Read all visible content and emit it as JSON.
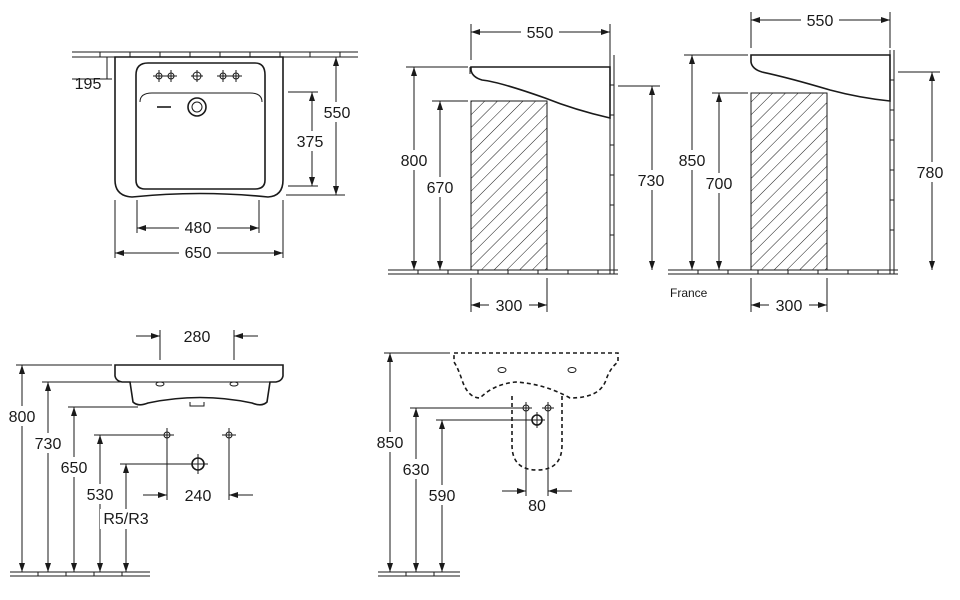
{
  "front_view": {
    "dim_195": "195",
    "dim_550": "550",
    "dim_375": "375",
    "dim_480": "480",
    "dim_650": "650"
  },
  "side_view_standard": {
    "dim_550": "550",
    "dim_800": "800",
    "dim_670": "670",
    "dim_730": "730",
    "dim_300": "300"
  },
  "side_view_france": {
    "label": "France",
    "dim_550": "550",
    "dim_850": "850",
    "dim_700": "700",
    "dim_780": "780",
    "dim_300": "300"
  },
  "installation_view": {
    "dim_280": "280",
    "dim_800": "800",
    "dim_730": "730",
    "dim_650": "650",
    "dim_530": "530",
    "dim_r5r3": "R5/R3",
    "dim_240": "240"
  },
  "pedestal_view": {
    "dim_850": "850",
    "dim_630": "630",
    "dim_590": "590",
    "dim_80": "80"
  }
}
